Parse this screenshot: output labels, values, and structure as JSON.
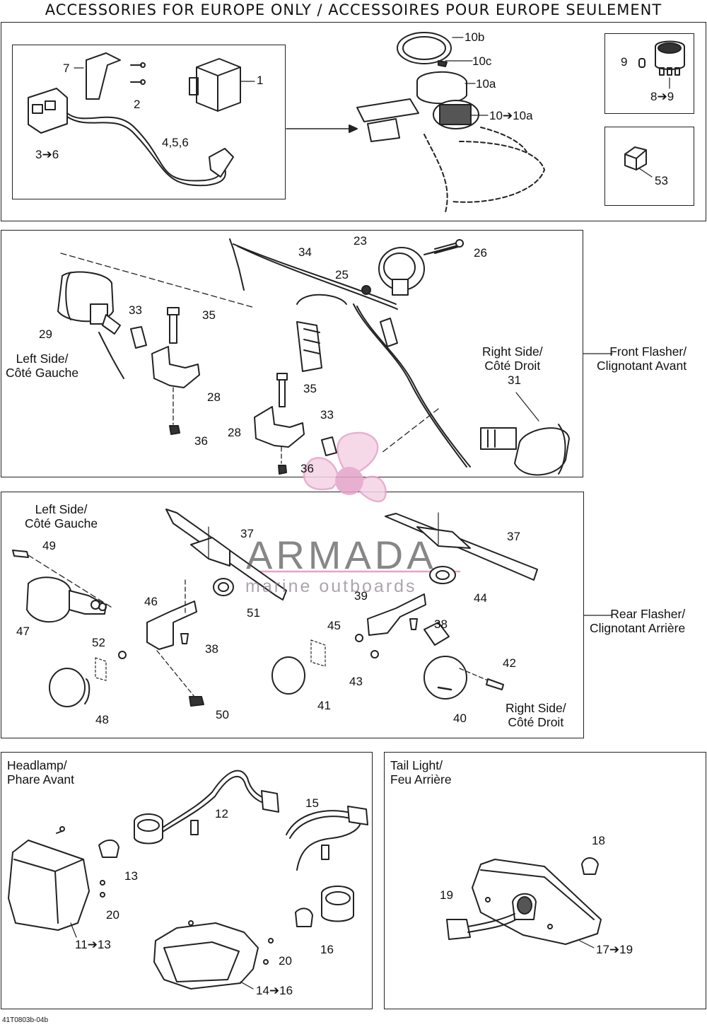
{
  "title": "ACCESSORIES FOR EUROPE ONLY / ACCESSOIRES POUR EUROPE SEULEMENT",
  "footer_code": "41T0803b-04b",
  "watermark": {
    "brand": "ARMADA",
    "tagline": "marine outboards"
  },
  "sections": {
    "front_flasher": {
      "line1": "Front Flasher/",
      "line2": "Clignotant Avant"
    },
    "rear_flasher": {
      "line1": "Rear Flasher/",
      "line2": "Clignotant Arrière"
    },
    "headlamp": {
      "line1": "Headlamp/",
      "line2": "Phare Avant"
    },
    "tail_light": {
      "line1": "Tail Light/",
      "line2": "Feu Arrière"
    }
  },
  "side_labels": {
    "front_left": {
      "line1": "Left Side/",
      "line2": "Côté Gauche"
    },
    "front_right": {
      "line1": "Right Side/",
      "line2": "Côté Droit"
    },
    "rear_left": {
      "line1": "Left Side/",
      "line2": "Côté Gauche"
    },
    "rear_right": {
      "line1": "Right Side/",
      "line2": "Côté Droit"
    }
  },
  "callouts": {
    "p1": "1",
    "p2": "2",
    "p7": "7",
    "p3_6": "3➔6",
    "p4_6": "4,5,6",
    "p10b": "10b",
    "p10c": "10c",
    "p10a": "10a",
    "p10_10a": "10➔10a",
    "p9": "9",
    "p8_9": "8➔9",
    "p53": "53",
    "p23": "23",
    "p26": "26",
    "p34": "34",
    "p25": "25",
    "p33a": "33",
    "p35a": "35",
    "p29": "29",
    "p28a": "28",
    "p36a": "36",
    "p35b": "35",
    "p33b": "33",
    "p28b": "28",
    "p36b": "36",
    "p31": "31",
    "p49": "49",
    "p37a": "37",
    "p37b": "37",
    "p47": "47",
    "p46": "46",
    "p51": "51",
    "p39": "39",
    "p44": "44",
    "p45": "45",
    "p38a": "38",
    "p38b": "38",
    "p52": "52",
    "p42": "42",
    "p43": "43",
    "p41": "41",
    "p48": "48",
    "p50": "50",
    "p40": "40",
    "p12": "12",
    "p15": "15",
    "p13": "13",
    "p20a": "20",
    "p11_13": "11➔13",
    "p16": "16",
    "p20b": "20",
    "p14_16": "14➔16",
    "p18": "18",
    "p19": "19",
    "p17_19": "17➔19"
  }
}
